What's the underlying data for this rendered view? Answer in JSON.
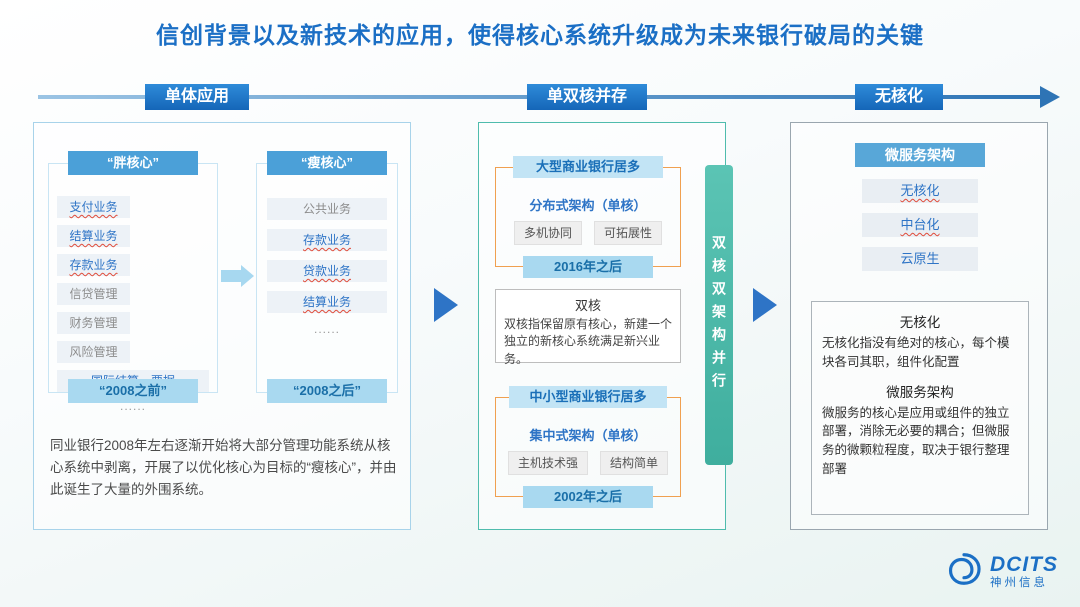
{
  "slide": {
    "title": "信创背景以及新技术的应用，使得核心系统升级成为未来银行破局的关键"
  },
  "timeline": {
    "stage1": "单体应用",
    "stage2": "单双核并存",
    "stage3": "无核化"
  },
  "panel1": {
    "fat_core": {
      "header": "“胖核心”",
      "items": [
        "支付业务",
        "结算业务",
        "存款业务",
        "信贷管理",
        "财务管理",
        "风险管理",
        "国际结算、票据",
        "......"
      ],
      "footer": "“2008之前”"
    },
    "thin_core": {
      "header": "“瘦核心”",
      "items": [
        "公共业务",
        "存款业务",
        "贷款业务",
        "结算业务",
        "......"
      ],
      "footer": "“2008之后”"
    },
    "caption": "同业银行2008年左右逐渐开始将大部分管理功能系统从核心系统中剥离，开展了以优化核心为目标的“瘦核心”，并由此诞生了大量的外围系统。"
  },
  "panel2": {
    "large_banks": {
      "header": "大型商业银行居多",
      "architecture": "分布式架构（单核）",
      "features": [
        "多机协同",
        "可拓展性"
      ],
      "period": "2016年之后"
    },
    "dual_core": {
      "title": "双核",
      "body": "双核指保留原有核心，新建一个独立的新核心系统满足新兴业务。"
    },
    "small_banks": {
      "header": "中小型商业银行居多",
      "architecture": "集中式架构（单核）",
      "features": [
        "主机技术强",
        "结构简单"
      ],
      "period": "2002年之后"
    },
    "vertical_label": "双核双架构并行"
  },
  "panel3": {
    "header": "微服务架构",
    "items": [
      "无核化",
      "中台化",
      "云原生"
    ],
    "sections": [
      {
        "title": "无核化",
        "body": "无核化指没有绝对的核心，每个模块各司其职，组件化配置"
      },
      {
        "title": "微服务架构",
        "body": "微服务的核心是应用或组件的独立部署，消除无必要的耦合；但微服务的微颗粒程度，取决于银行整理部署"
      }
    ]
  },
  "logo": {
    "brand": "DCITS",
    "company": "神州信息"
  },
  "colors": {
    "title_blue": "#1B6FC5",
    "stage_blue": "#1877CE",
    "header_blue": "#4BA0D8",
    "item_text_blue": "#2E74C6",
    "pill_blue_bg": "#A9D9F0",
    "teal": "#45BCAC",
    "orange": "#F0A050",
    "underline_red": "#E04B3A"
  }
}
